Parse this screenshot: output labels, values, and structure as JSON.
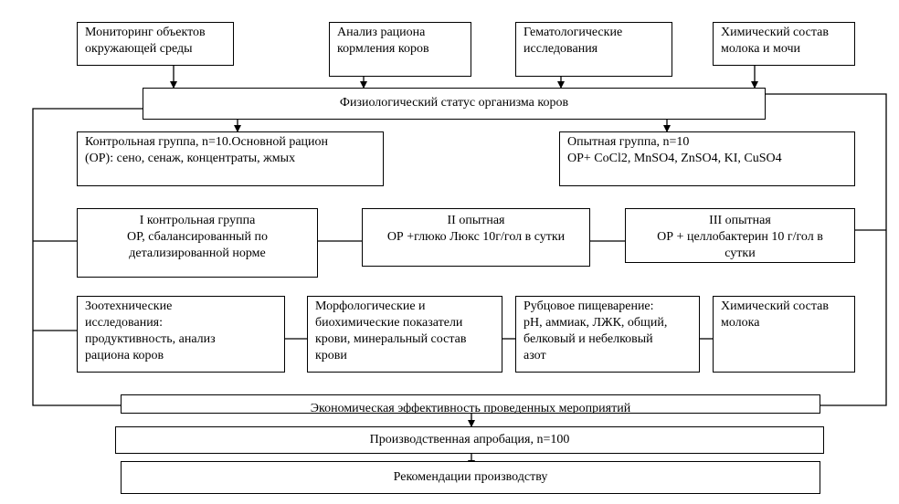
{
  "top_row": [
    {
      "id": "monitoring",
      "text": "Мониторинг объектов\nокружающей  среды"
    },
    {
      "id": "ration-analysis",
      "text": "Анализ рациона\nкормления коров"
    },
    {
      "id": "hematology",
      "text": "Гематологические\nисследования"
    },
    {
      "id": "chem-milk-urine",
      "text": "Химический состав\nмолока и мочи"
    }
  ],
  "physio_status": "Физиологический статус организма коров",
  "control_group": "Контрольная группа, n=10.Основной рацион\n(ОР): сено, сенаж, концентраты, жмых",
  "experimental_group": "Опытная группа, n=10\nОР+ CoCl2, MnSO4, ZnSO4, KI, CuSO4",
  "groups": [
    {
      "id": "group-1",
      "text": "I контрольная группа\nОР, сбалансированный  по\nдетализированной норме"
    },
    {
      "id": "group-2",
      "text": "II опытная\nОР +глюко Люкс 10г/гол в сутки"
    },
    {
      "id": "group-3",
      "text": "III опытная\nОР + целлобактерин 10 г/гол в\nсутки"
    }
  ],
  "studies": [
    {
      "id": "zootechnical",
      "text": "Зоотехнические\nисследования:\nпродуктивность, анализ\nрациона коров"
    },
    {
      "id": "blood",
      "text": "Морфологические и\nбиохимические показатели\nкрови, минеральный состав\nкрови"
    },
    {
      "id": "rumen",
      "text": "Рубцовое пищеварение:\nрН, аммиак, ЛЖК, общий,\nбелковый и небелковый\nазот"
    },
    {
      "id": "chem-milk",
      "text": "Химический состав\nмолока"
    }
  ],
  "economic_efficiency": "Экономическая эффективность проведенных мероприятий",
  "production_testing": "Производственная апробация, n=100",
  "recommendations": "Рекомендации производству"
}
